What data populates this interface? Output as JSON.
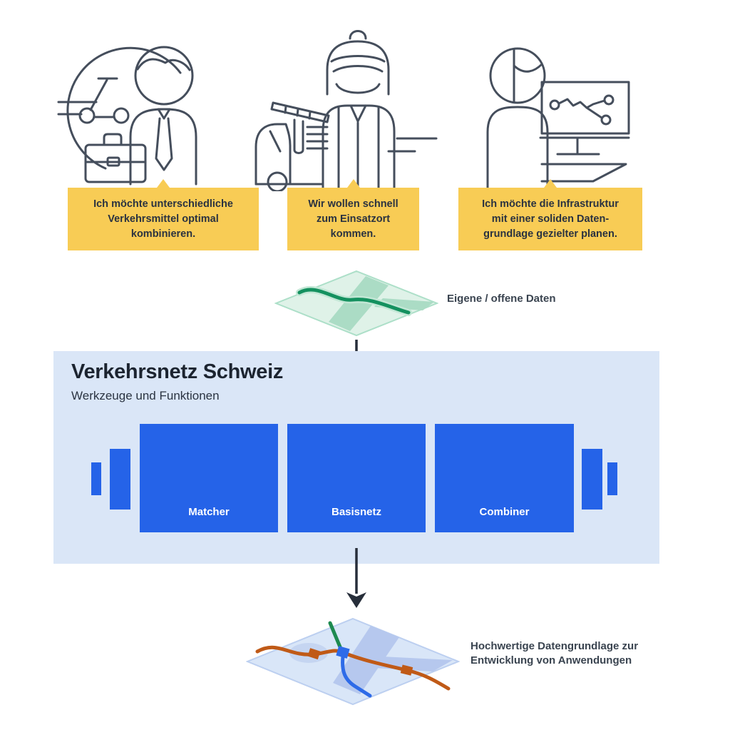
{
  "diagram_title": "Verkehrsnetz Schweiz",
  "personas": [
    {
      "icon": "commuter-with-scooter-and-briefcase",
      "quote": "Ich möchte unterschiedliche\nVerkehrsmittel optimal\nkombinieren."
    },
    {
      "icon": "emergency-responder-with-fire-truck",
      "quote": "Wir wollen schnell\nzum Einsatzort\nkommen."
    },
    {
      "icon": "planner-with-analytics-monitor",
      "quote": "Ich möchte die Infrastruktur\nmit einer soliden Daten-\ngrundlage gezielter planen."
    }
  ],
  "input": {
    "icon": "green-map-tile",
    "label": "Eigene / offene Daten"
  },
  "platform": {
    "title": "Verkehrsnetz Schweiz",
    "subtitle": "Werkzeuge und Funktionen",
    "modules": [
      {
        "label": "Matcher"
      },
      {
        "label": "Basisnetz"
      },
      {
        "label": "Combiner"
      }
    ]
  },
  "output": {
    "icon": "blue-map-tile-with-network",
    "label": "Hochwertige Datengrundlage zur\nEntwicklung von Anwendungen"
  },
  "colors": {
    "speech_bubble": "#F8CC55",
    "platform_panel": "#DAE6F7",
    "module_blue": "#2563E8",
    "title_ink": "#1C2430",
    "line_art": "#454E5C",
    "map_green": "#14915F",
    "map_orange": "#C05A17",
    "map_blue": "#2E6BE8"
  }
}
